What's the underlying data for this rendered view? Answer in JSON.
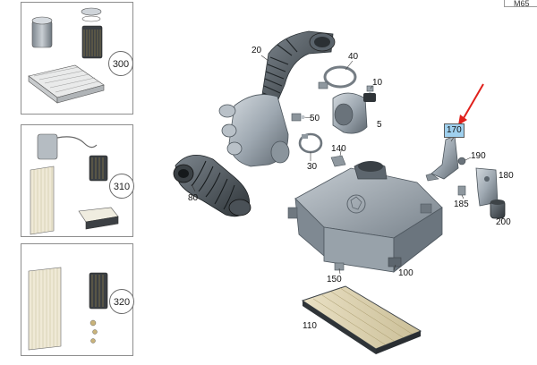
{
  "header": {
    "code": "M65"
  },
  "thumbnails": [
    {
      "label": "300"
    },
    {
      "label": "310"
    },
    {
      "label": "320"
    }
  ],
  "callouts": {
    "c20": "20",
    "c40": "40",
    "c10": "10",
    "c50": "50",
    "c5": "5",
    "c140": "140",
    "c30": "30",
    "c80": "80",
    "c170": "170",
    "c190": "190",
    "c180": "180",
    "c185": "185",
    "c200": "200",
    "c150": "150",
    "c100": "100",
    "c110": "110"
  },
  "colors": {
    "part": "#a9b3bd",
    "part_dark": "#5f6870",
    "highlight": "#9fd0ee",
    "arrow": "#e0201b"
  }
}
